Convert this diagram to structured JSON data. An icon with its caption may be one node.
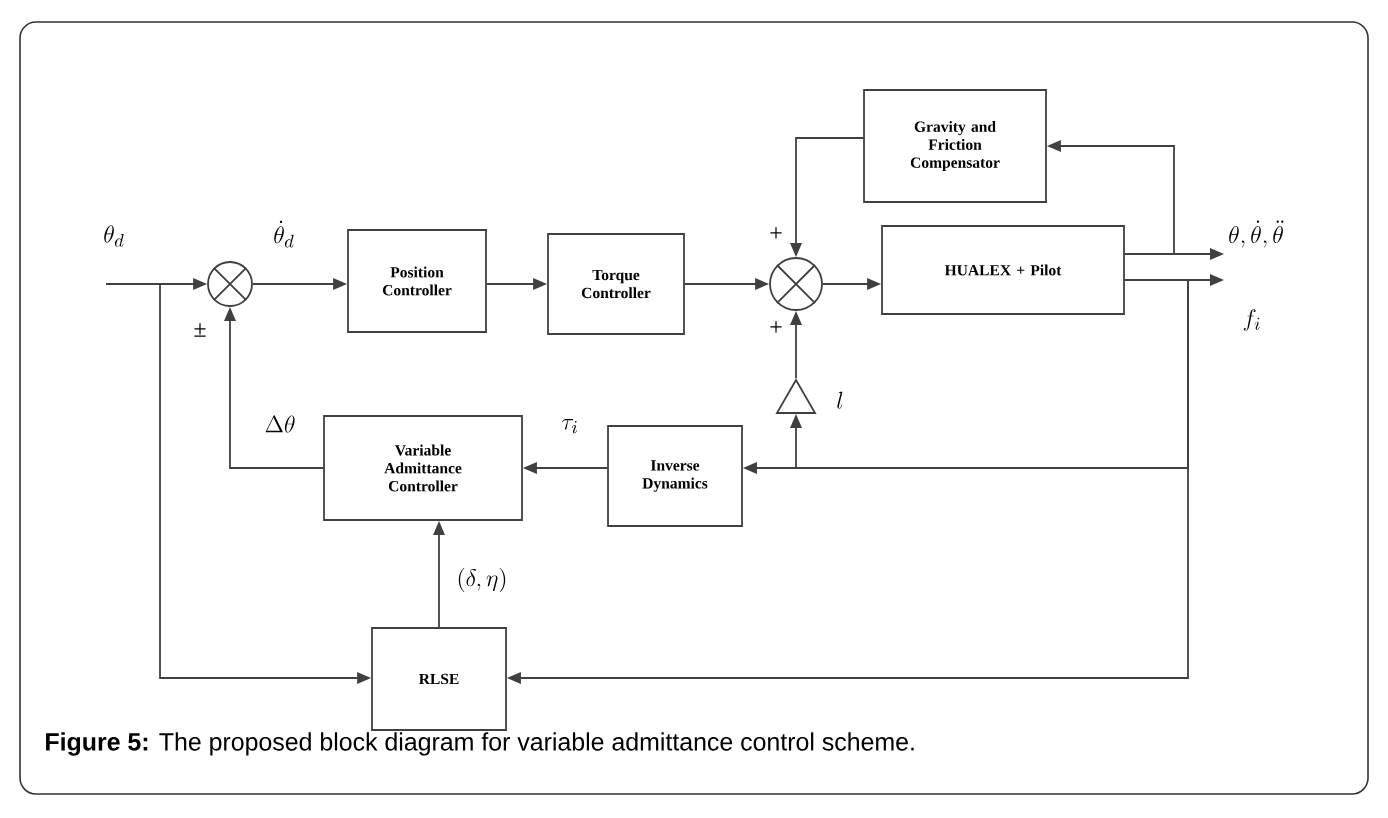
{
  "diagram": {
    "caption": "**Figure 5:** The proposed block diagram for variable admittance control scheme.",
    "nodes": [
      {
        "text": [],
        "shape": "circle"
      },
      {
        "text": [
          "Position Controller"
        ]
      },
      {
        "text": [
          "Torque Controller"
        ]
      },
      {
        "text": [],
        "shape": "circle"
      },
      {
        "text": [
          "HUALEX + Pilot"
        ]
      },
      {
        "text": [
          "Gravity and Friction Compensator"
        ]
      },
      {
        "text": [],
        "shape": "triangle",
        "beside": [
          "l"
        ]
      },
      {
        "text": [
          "Inverse Dynamics"
        ]
      },
      {
        "text": [
          "Variable Admittance Controller"
        ]
      },
      {
        "text": [
          "RLSE"
        ]
      }
    ],
    "edges": [
      {
        "from": null,
        "to": 0,
        "arrow": "to",
        "label": "\\theta_d"
      },
      {
        "from": 0,
        "to": 1,
        "arrow": "to",
        "label": "\\dot{\\theta}_d"
      },
      {
        "from": 1,
        "to": 2,
        "arrow": "to"
      },
      {
        "from": 2,
        "to": 3,
        "arrow": "to"
      },
      {
        "from": 3,
        "to": 4,
        "arrow": "to"
      },
      {
        "from": 4,
        "to": null,
        "arrow": "to",
        "label": "\\theta,\\dot{\\theta},\\ddot{\\theta}"
      },
      {
        "from": 4,
        "to": null,
        "arrow": "to",
        "label": "f_i"
      },
      {
        "from": 4,
        "to": 5,
        "arrow": "to"
      },
      {
        "from": 5,
        "to": 3,
        "arrow": "to"
      },
      {
        "from": 4,
        "to": 7,
        "arrow": "to"
      },
      {
        "from": 4,
        "to": 6,
        "arrow": "to"
      },
      {
        "from": 6,
        "to": 3,
        "arrow": "to"
      },
      {
        "from": 7,
        "to": 8,
        "arrow": "to",
        "label": "\\tau_i"
      },
      {
        "from": 8,
        "to": 0,
        "arrow": "to",
        "label": "\\Delta\\theta"
      },
      {
        "from": 9,
        "to": 8,
        "arrow": "to",
        "label": "(\\delta,\\eta)"
      },
      {
        "from": null,
        "to": 9,
        "arrow": "to"
      },
      {
        "from": 4,
        "to": 9,
        "arrow": "to"
      }
    ],
    "labels": [
      "+",
      "+",
      "±"
    ]
  }
}
